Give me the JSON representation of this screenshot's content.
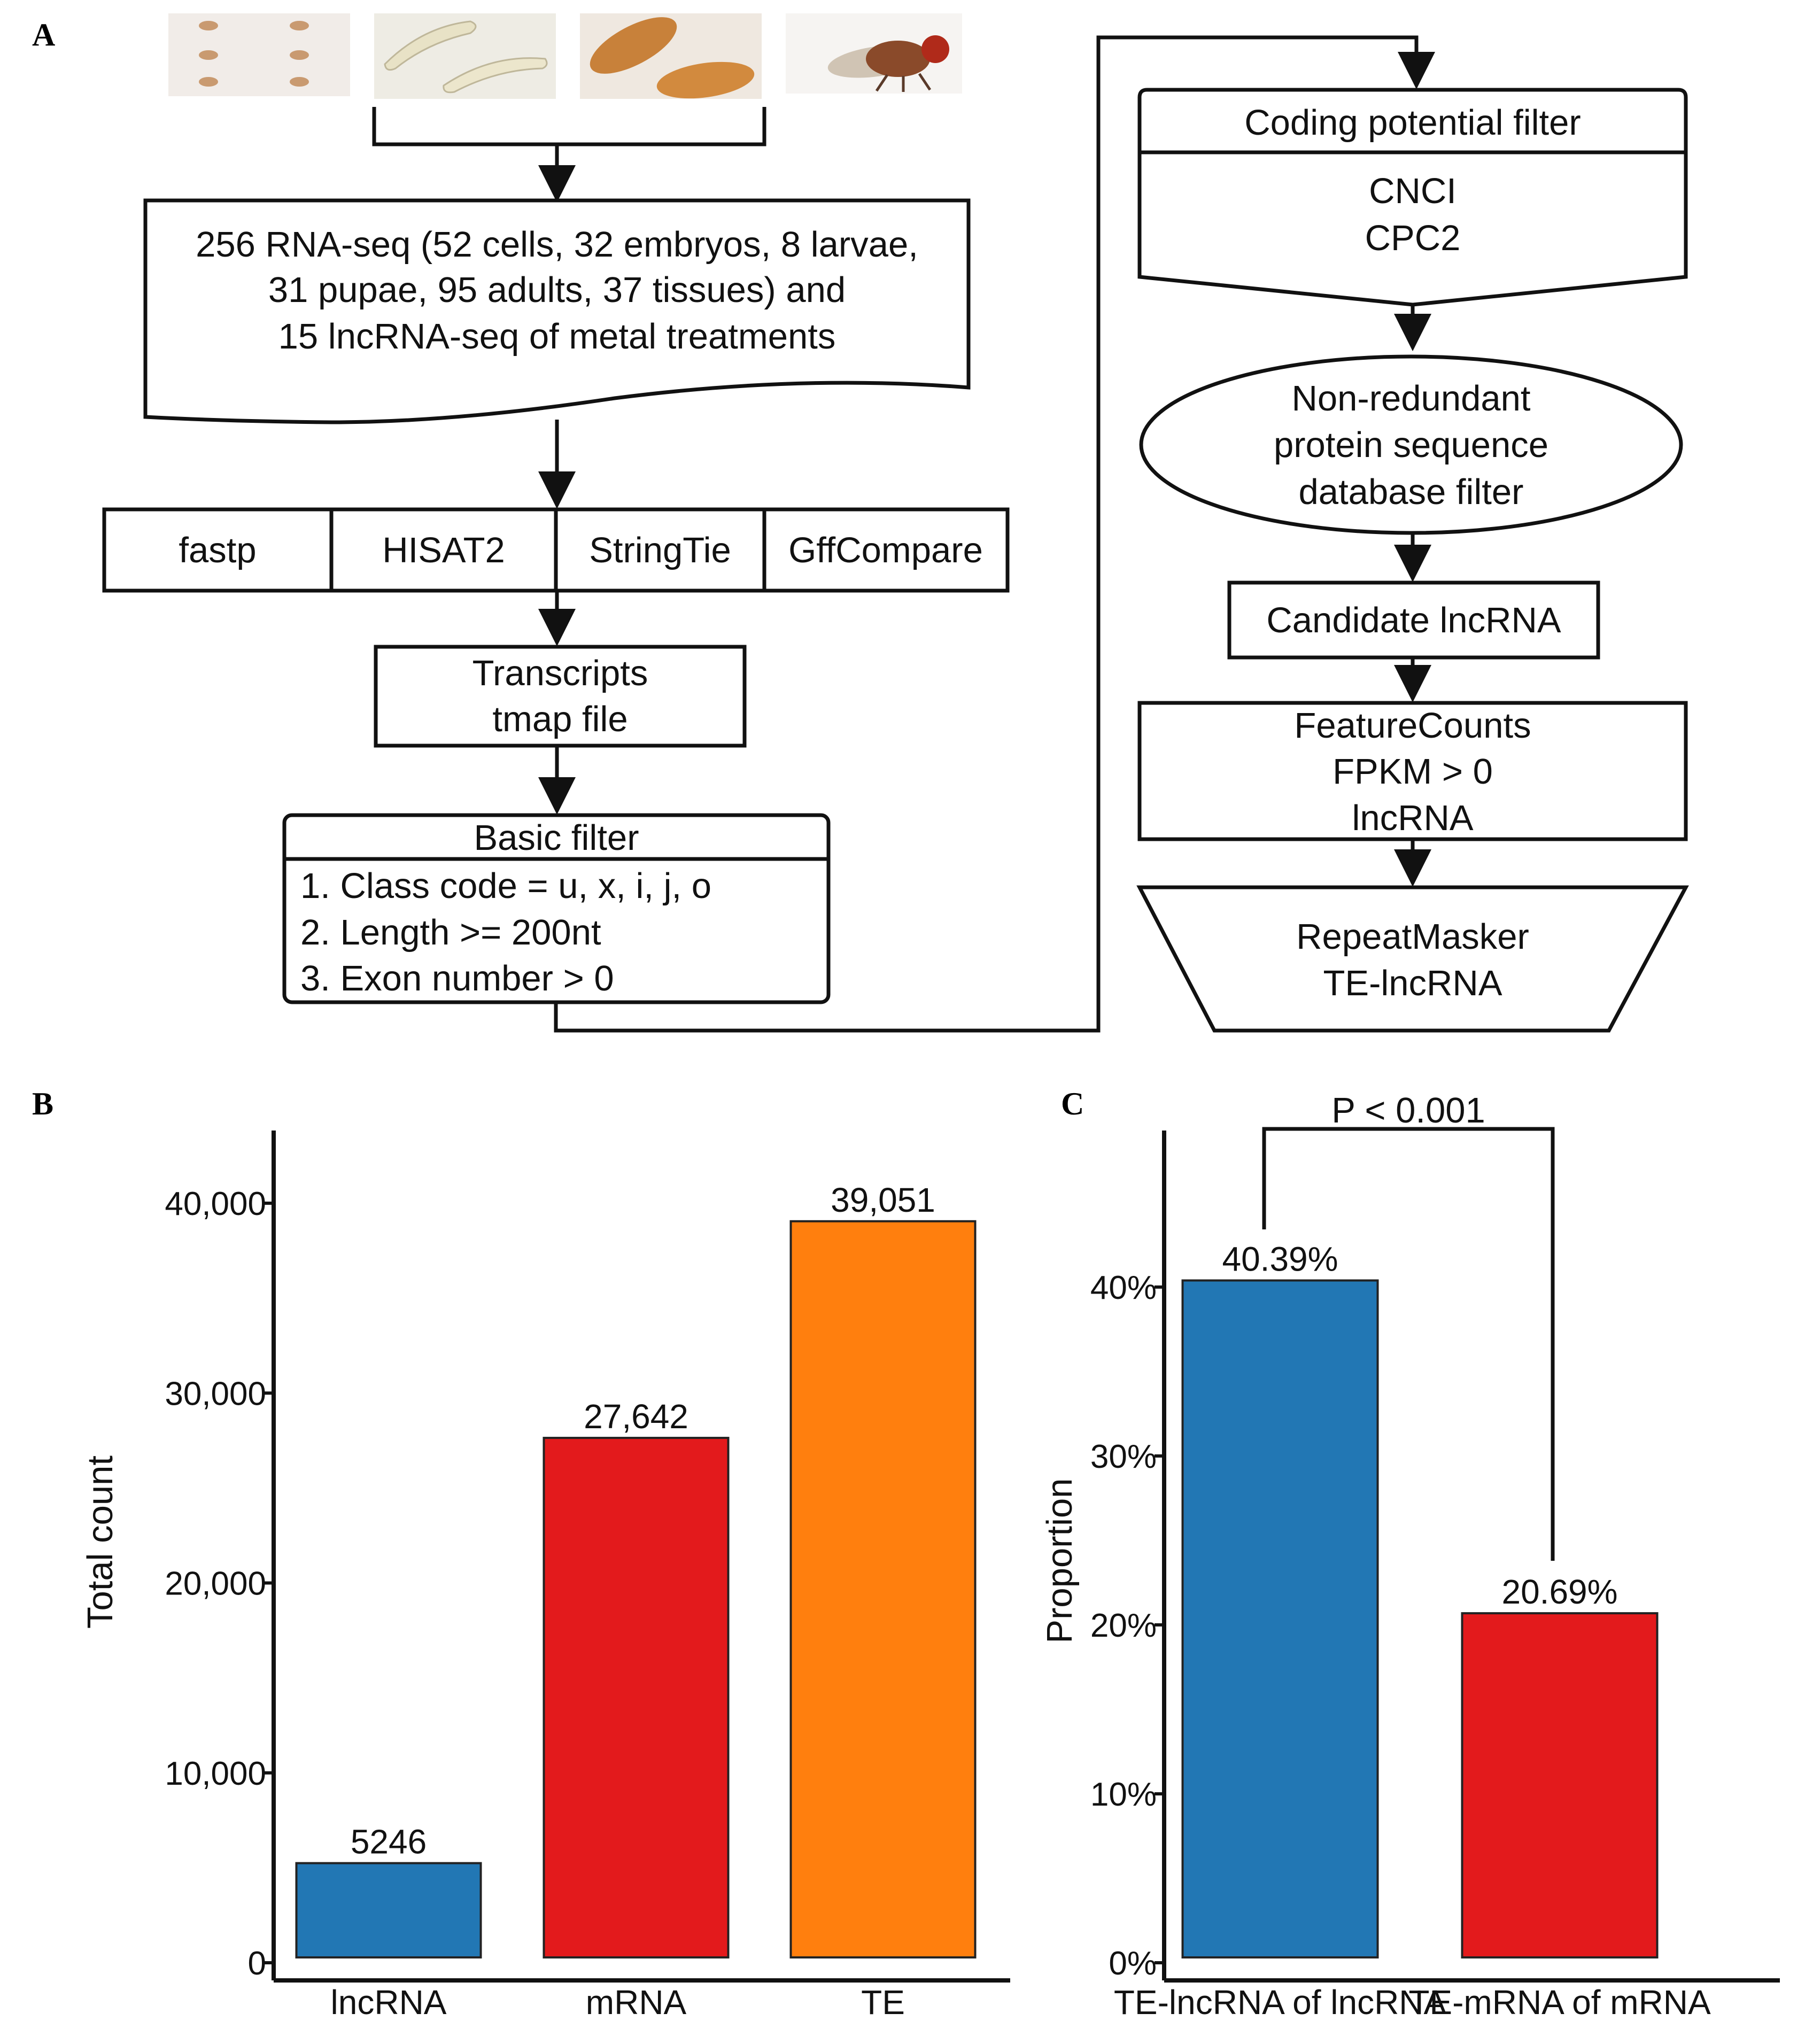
{
  "panels": {
    "a": "A",
    "b": "B",
    "c": "C"
  },
  "pipeline": {
    "rnaseq": {
      "line1": "256 RNA-seq (52 cells, 32 embryos, 8 larvae,",
      "line2": "31 pupae, 95 adults, 37 tissues) and",
      "line3": "15 lncRNA-seq of metal treatments"
    },
    "tools": [
      "fastp",
      "HISAT2",
      "StringTie",
      "GffCompare"
    ],
    "transcripts": {
      "line1": "Transcripts",
      "line2": "tmap file"
    },
    "basic_filter": {
      "title": "Basic filter",
      "items": [
        "1. Class code = u, x, i, j, o",
        "2. Length >= 200nt",
        "3. Exon number > 0"
      ]
    },
    "coding_filter": {
      "title": "Coding potential filter",
      "tools": [
        "CNCI",
        "CPC2"
      ]
    },
    "nr_filter": {
      "line1": "Non-redundant",
      "line2": "protein sequence",
      "line3": "database filter"
    },
    "candidate": "Candidate lncRNA",
    "featurecounts": {
      "line1": "FeatureCounts",
      "line2": "FPKM > 0",
      "line3": "lncRNA"
    },
    "repeatmasker": {
      "line1": "RepeatMasker",
      "line2": "TE-lncRNA"
    }
  },
  "chart_data": [
    {
      "type": "bar",
      "categories": [
        "lncRNA",
        "mRNA",
        "TE"
      ],
      "values": [
        5246,
        27642,
        39051
      ],
      "value_labels": [
        "5246",
        "27,642",
        "39,051"
      ],
      "colors": [
        "#2277b4",
        "#e31a1c",
        "#ff7f0e"
      ],
      "ylabel": "Total count",
      "yticks": [
        0,
        10000,
        20000,
        30000,
        40000
      ],
      "ytick_labels": [
        "0",
        "10,000",
        "20,000",
        "30,000",
        "40,000"
      ],
      "ylim": [
        0,
        42000
      ]
    },
    {
      "type": "bar",
      "categories": [
        "TE-lncRNA of lncRNA",
        "TE-mRNA of mRNA"
      ],
      "values": [
        40.39,
        20.69
      ],
      "value_labels": [
        "40.39%",
        "20.69%"
      ],
      "colors": [
        "#2277b4",
        "#e31a1c"
      ],
      "ylabel": "Proportion",
      "yticks": [
        0,
        10,
        20,
        30,
        40
      ],
      "ytick_labels": [
        "0%",
        "10%",
        "20%",
        "30%",
        "40%"
      ],
      "ylim": [
        0,
        48
      ],
      "annotation": "P < 0.001"
    }
  ]
}
